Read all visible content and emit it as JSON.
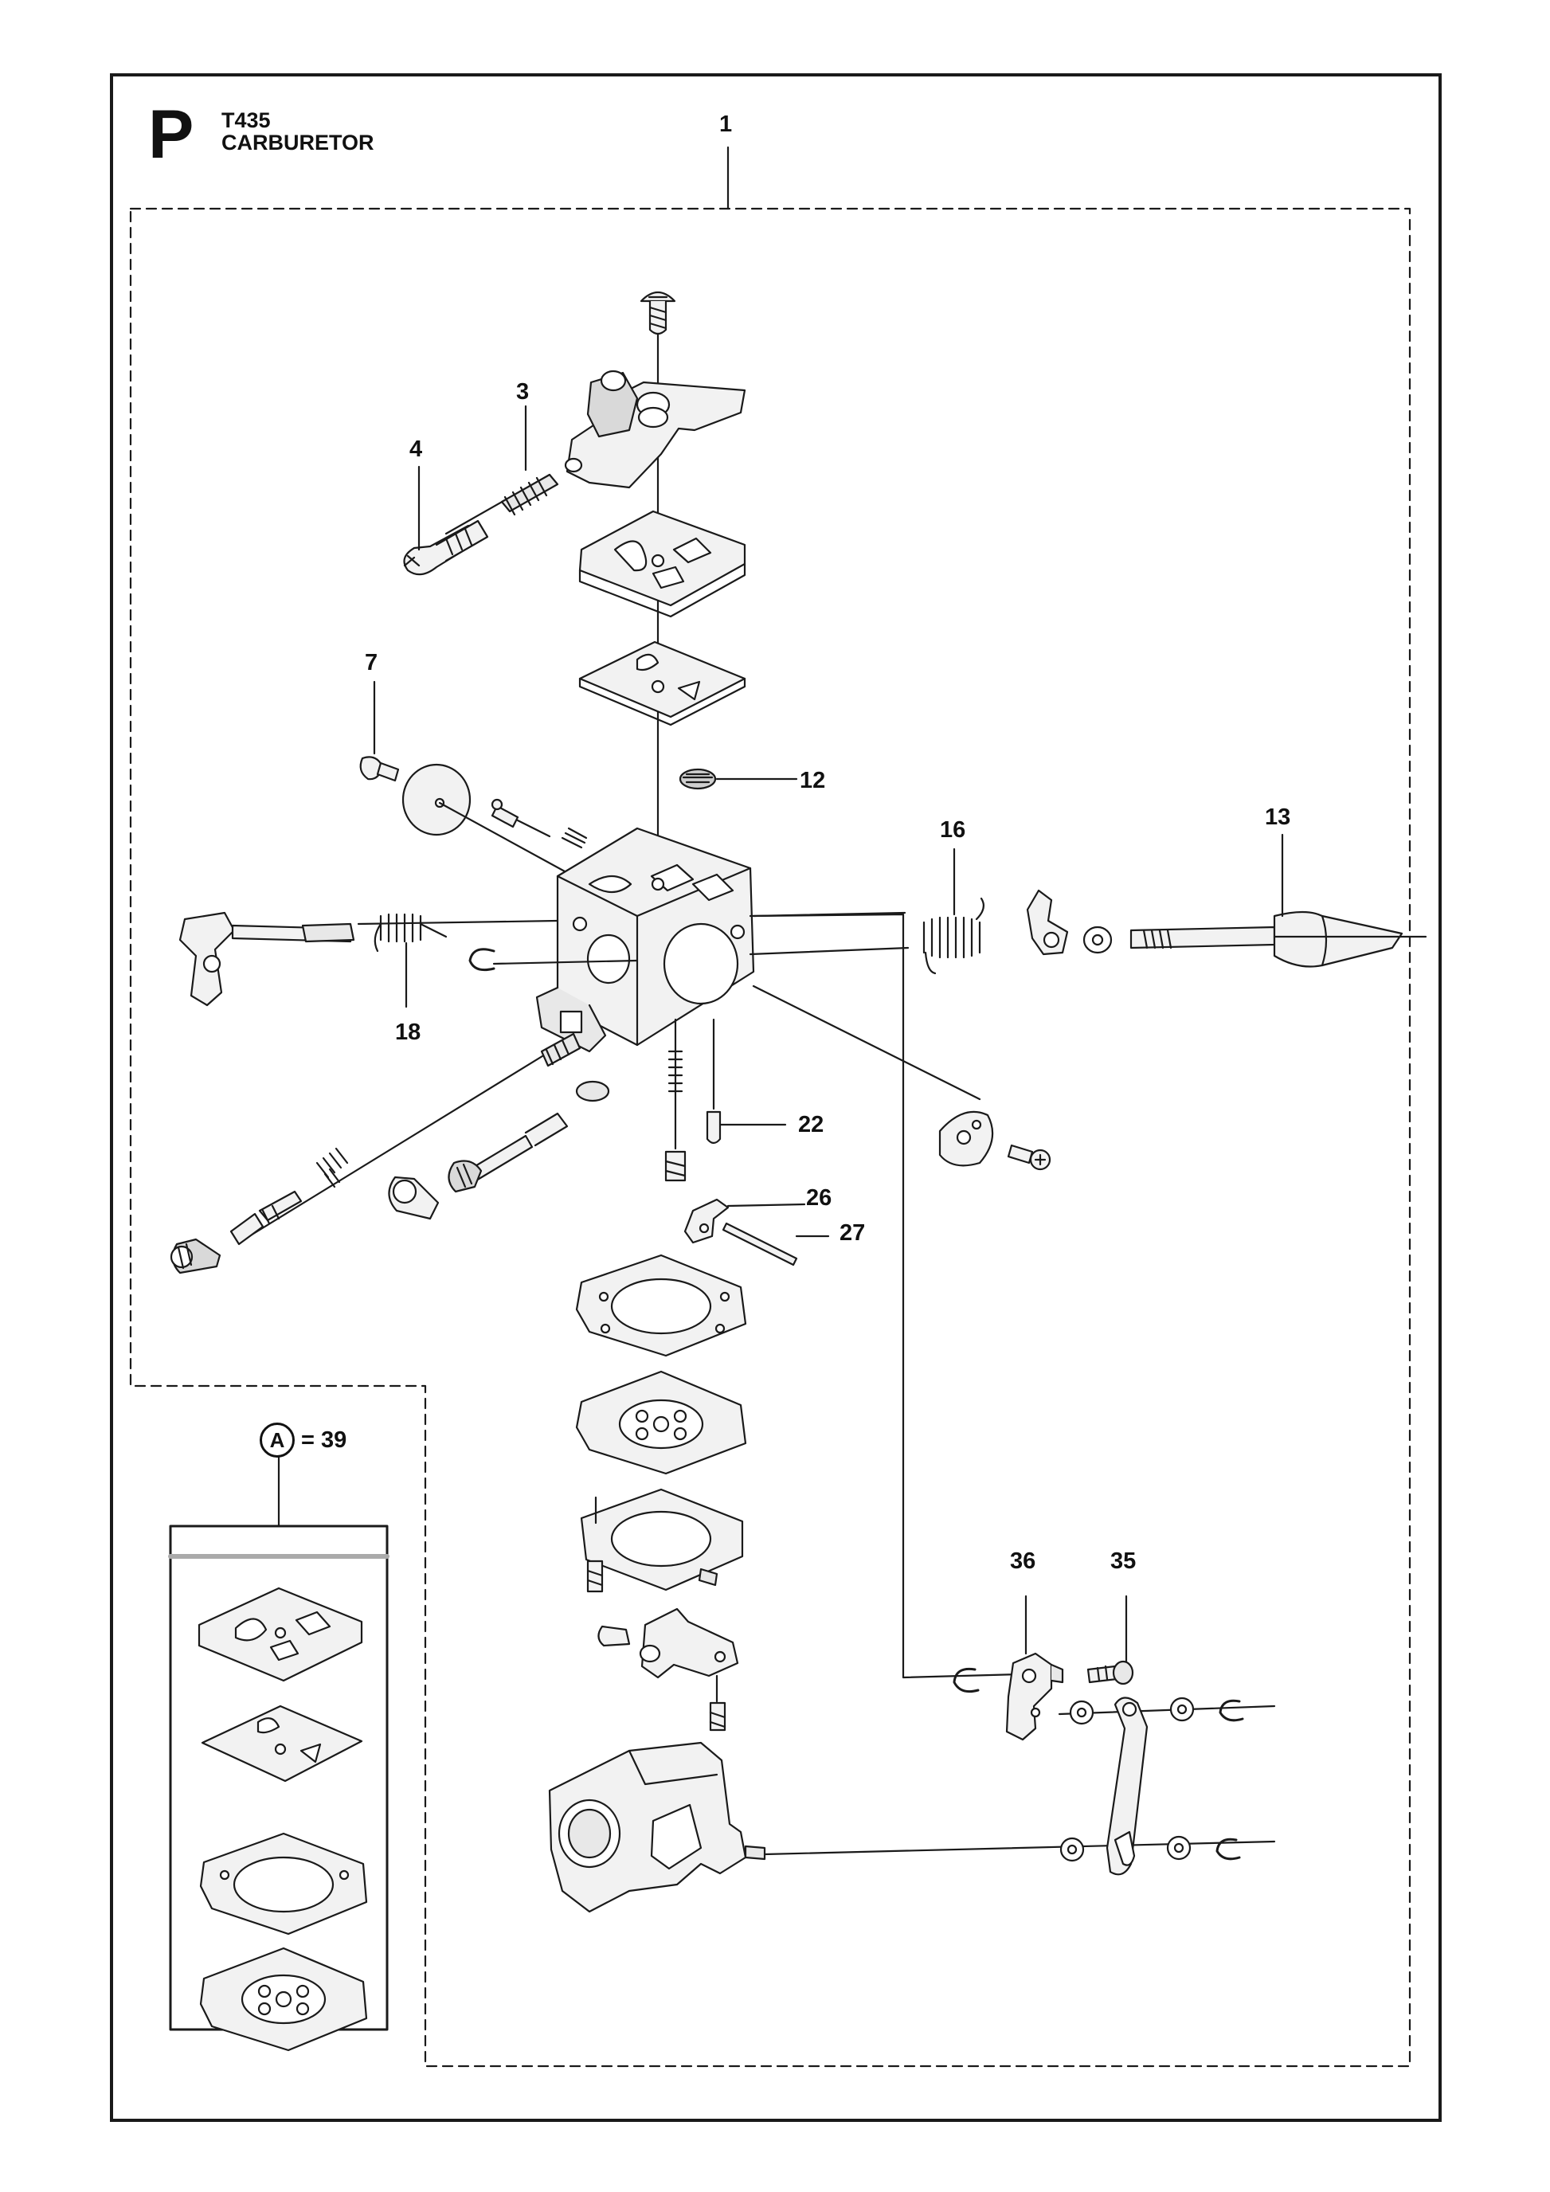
{
  "header": {
    "section_letter": "P",
    "model": "T435",
    "title": "CARBURETOR"
  },
  "callouts": {
    "c1": "1",
    "c3": "3",
    "c4": "4",
    "c7": "7",
    "c12": "12",
    "c13": "13",
    "c16": "16",
    "c18": "18",
    "c22": "22",
    "c26": "26",
    "c27": "27",
    "c35": "35",
    "c36": "36"
  },
  "kit": {
    "symbol": "A",
    "equals_label": "= 39"
  },
  "colors": {
    "line": "#1a1a1a",
    "fill_light": "#f2f2f2",
    "fill_mid": "#d9d9d9"
  }
}
